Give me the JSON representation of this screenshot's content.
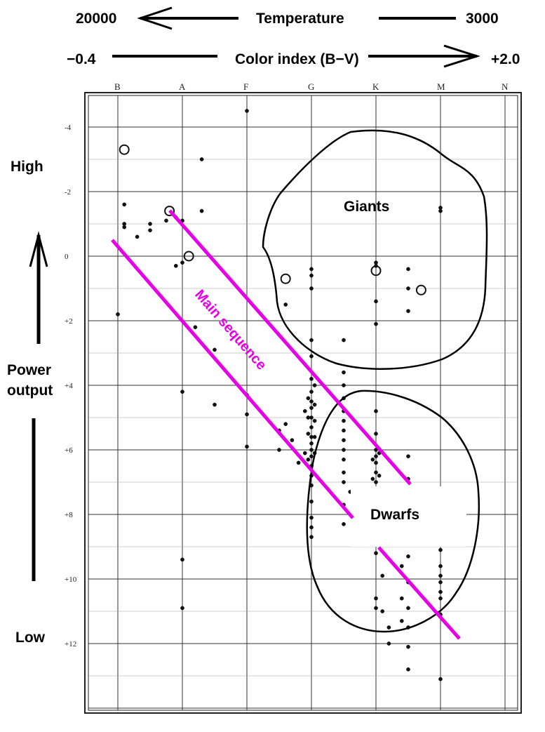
{
  "header": {
    "temperature_left": "20000",
    "temperature_label": "Temperature",
    "temperature_right": "3000",
    "color_left": "−0.4",
    "color_label": "Color index (B−V)",
    "color_right": "+2.0"
  },
  "side": {
    "high": "High",
    "power_line1": "Power",
    "power_line2": "output",
    "low": "Low"
  },
  "colors": {
    "sequence": "#e600e6",
    "ink": "#000000",
    "grid": "#222222"
  },
  "chart_data": {
    "type": "scatter",
    "x_classes": [
      "B",
      "A",
      "F",
      "G",
      "K",
      "M",
      "N"
    ],
    "y_ticks": [
      "-4",
      "-2",
      "0",
      "+2",
      "+4",
      "+6",
      "+8",
      "+10",
      "+12"
    ],
    "ylim": [
      -5,
      14
    ],
    "y_inverted": true,
    "grid": true,
    "annotations": [
      "Giants",
      "Main sequence",
      "Dwarfs"
    ],
    "points": [
      {
        "x": 0.1,
        "y": -3.3,
        "s": "large"
      },
      {
        "x": 0.8,
        "y": -1.4,
        "s": "large"
      },
      {
        "x": 1.1,
        "y": 0.0,
        "s": "large"
      },
      {
        "x": 2.6,
        "y": 0.7,
        "s": "large"
      },
      {
        "x": 4.0,
        "y": 0.45,
        "s": "large"
      },
      {
        "x": 4.7,
        "y": 1.05,
        "s": "large"
      },
      {
        "x": 0.1,
        "y": -1.6
      },
      {
        "x": 0.1,
        "y": -0.9
      },
      {
        "x": 0.1,
        "y": -1.0
      },
      {
        "x": 0.5,
        "y": -1.0
      },
      {
        "x": 0.5,
        "y": -0.8
      },
      {
        "x": 0.3,
        "y": -0.6
      },
      {
        "x": 0.75,
        "y": -1.1
      },
      {
        "x": 0.9,
        "y": -1.2
      },
      {
        "x": 1.0,
        "y": -1.1
      },
      {
        "x": 1.3,
        "y": -3.0
      },
      {
        "x": 1.3,
        "y": -1.4
      },
      {
        "x": 0.0,
        "y": 1.8
      },
      {
        "x": 0.9,
        "y": 0.3
      },
      {
        "x": 1.0,
        "y": 0.2
      },
      {
        "x": 1.2,
        "y": 2.2
      },
      {
        "x": 1.5,
        "y": 2.9
      },
      {
        "x": 1.0,
        "y": 4.2
      },
      {
        "x": 1.5,
        "y": 4.6
      },
      {
        "x": 3.0,
        "y": 0.4
      },
      {
        "x": 3.0,
        "y": 0.6
      },
      {
        "x": 3.0,
        "y": 1.0
      },
      {
        "x": 2.6,
        "y": 1.5
      },
      {
        "x": 3.0,
        "y": 2.6
      },
      {
        "x": 3.0,
        "y": 3.1
      },
      {
        "x": 3.5,
        "y": 2.6
      },
      {
        "x": 4.0,
        "y": 0.3
      },
      {
        "x": 4.0,
        "y": 0.2
      },
      {
        "x": 4.0,
        "y": 1.4
      },
      {
        "x": 4.0,
        "y": 2.1
      },
      {
        "x": 4.5,
        "y": 0.4
      },
      {
        "x": 4.5,
        "y": 1.0
      },
      {
        "x": 4.5,
        "y": 1.7
      },
      {
        "x": 5.0,
        "y": -1.5
      },
      {
        "x": 5.0,
        "y": -1.4
      },
      {
        "x": 2.0,
        "y": 4.3
      },
      {
        "x": 2.0,
        "y": 4.9
      },
      {
        "x": 2.0,
        "y": 5.9
      },
      {
        "x": 2.5,
        "y": 5.4
      },
      {
        "x": 2.5,
        "y": 6.0
      },
      {
        "x": 2.6,
        "y": 5.2
      },
      {
        "x": 2.7,
        "y": 5.7
      },
      {
        "x": 2.8,
        "y": 6.4
      },
      {
        "x": 2.9,
        "y": 6.1
      },
      {
        "x": 2.9,
        "y": 4.8
      },
      {
        "x": 2.95,
        "y": 4.4
      },
      {
        "x": 3.0,
        "y": 3.8
      },
      {
        "x": 3.0,
        "y": 4.2
      },
      {
        "x": 3.0,
        "y": 4.5
      },
      {
        "x": 3.0,
        "y": 4.7
      },
      {
        "x": 3.0,
        "y": 5.0
      },
      {
        "x": 3.0,
        "y": 5.3
      },
      {
        "x": 3.0,
        "y": 5.6
      },
      {
        "x": 3.0,
        "y": 5.8
      },
      {
        "x": 3.0,
        "y": 6.0
      },
      {
        "x": 3.0,
        "y": 6.2
      },
      {
        "x": 3.0,
        "y": 6.5
      },
      {
        "x": 3.0,
        "y": 6.8
      },
      {
        "x": 3.0,
        "y": 7.1
      },
      {
        "x": 3.0,
        "y": 7.6
      },
      {
        "x": 3.0,
        "y": 8.1
      },
      {
        "x": 3.0,
        "y": 8.4
      },
      {
        "x": 3.0,
        "y": 8.7
      },
      {
        "x": 3.05,
        "y": 4.0
      },
      {
        "x": 3.05,
        "y": 4.6
      },
      {
        "x": 3.05,
        "y": 5.1
      },
      {
        "x": 3.05,
        "y": 5.6
      },
      {
        "x": 3.05,
        "y": 6.1
      },
      {
        "x": 2.95,
        "y": 5.0
      },
      {
        "x": 2.95,
        "y": 5.5
      },
      {
        "x": 2.95,
        "y": 6.3
      },
      {
        "x": 3.5,
        "y": 3.6
      },
      {
        "x": 3.5,
        "y": 4.0
      },
      {
        "x": 3.5,
        "y": 4.4
      },
      {
        "x": 3.5,
        "y": 4.8
      },
      {
        "x": 3.5,
        "y": 5.1
      },
      {
        "x": 3.5,
        "y": 5.4
      },
      {
        "x": 3.5,
        "y": 5.7
      },
      {
        "x": 3.5,
        "y": 6.0
      },
      {
        "x": 3.5,
        "y": 6.3
      },
      {
        "x": 3.5,
        "y": 6.7
      },
      {
        "x": 3.5,
        "y": 7.0
      },
      {
        "x": 3.5,
        "y": 7.7
      },
      {
        "x": 3.5,
        "y": 8.3
      },
      {
        "x": 3.6,
        "y": 7.3
      },
      {
        "x": 4.0,
        "y": 4.8
      },
      {
        "x": 4.0,
        "y": 5.5
      },
      {
        "x": 4.0,
        "y": 6.0
      },
      {
        "x": 4.0,
        "y": 6.2
      },
      {
        "x": 4.0,
        "y": 6.4
      },
      {
        "x": 4.0,
        "y": 6.7
      },
      {
        "x": 4.0,
        "y": 7.0
      },
      {
        "x": 4.05,
        "y": 6.1
      },
      {
        "x": 4.05,
        "y": 6.8
      },
      {
        "x": 3.95,
        "y": 6.3
      },
      {
        "x": 3.95,
        "y": 6.9
      },
      {
        "x": 4.5,
        "y": 6.2
      },
      {
        "x": 4.5,
        "y": 6.9
      },
      {
        "x": 4.0,
        "y": 8.6
      },
      {
        "x": 4.0,
        "y": 9.2
      },
      {
        "x": 4.0,
        "y": 10.6
      },
      {
        "x": 4.0,
        "y": 10.9
      },
      {
        "x": 4.1,
        "y": 9.9
      },
      {
        "x": 4.1,
        "y": 11.0
      },
      {
        "x": 4.2,
        "y": 11.5
      },
      {
        "x": 4.2,
        "y": 12.0
      },
      {
        "x": 4.4,
        "y": 8.9
      },
      {
        "x": 4.4,
        "y": 9.6
      },
      {
        "x": 4.4,
        "y": 10.6
      },
      {
        "x": 4.4,
        "y": 11.3
      },
      {
        "x": 4.5,
        "y": 9.3
      },
      {
        "x": 4.5,
        "y": 10.1
      },
      {
        "x": 4.5,
        "y": 10.9
      },
      {
        "x": 4.5,
        "y": 11.5
      },
      {
        "x": 4.5,
        "y": 12.1
      },
      {
        "x": 4.5,
        "y": 12.8
      },
      {
        "x": 5.0,
        "y": 9.1
      },
      {
        "x": 5.0,
        "y": 9.6
      },
      {
        "x": 5.0,
        "y": 9.9
      },
      {
        "x": 5.0,
        "y": 10.1
      },
      {
        "x": 5.0,
        "y": 10.4
      },
      {
        "x": 5.0,
        "y": 10.6
      },
      {
        "x": 5.0,
        "y": 11.1
      },
      {
        "x": 5.0,
        "y": 13.1
      },
      {
        "x": 1.0,
        "y": 10.9
      },
      {
        "x": 2.0,
        "y": -4.5
      },
      {
        "x": 1.0,
        "y": 9.4
      }
    ]
  }
}
